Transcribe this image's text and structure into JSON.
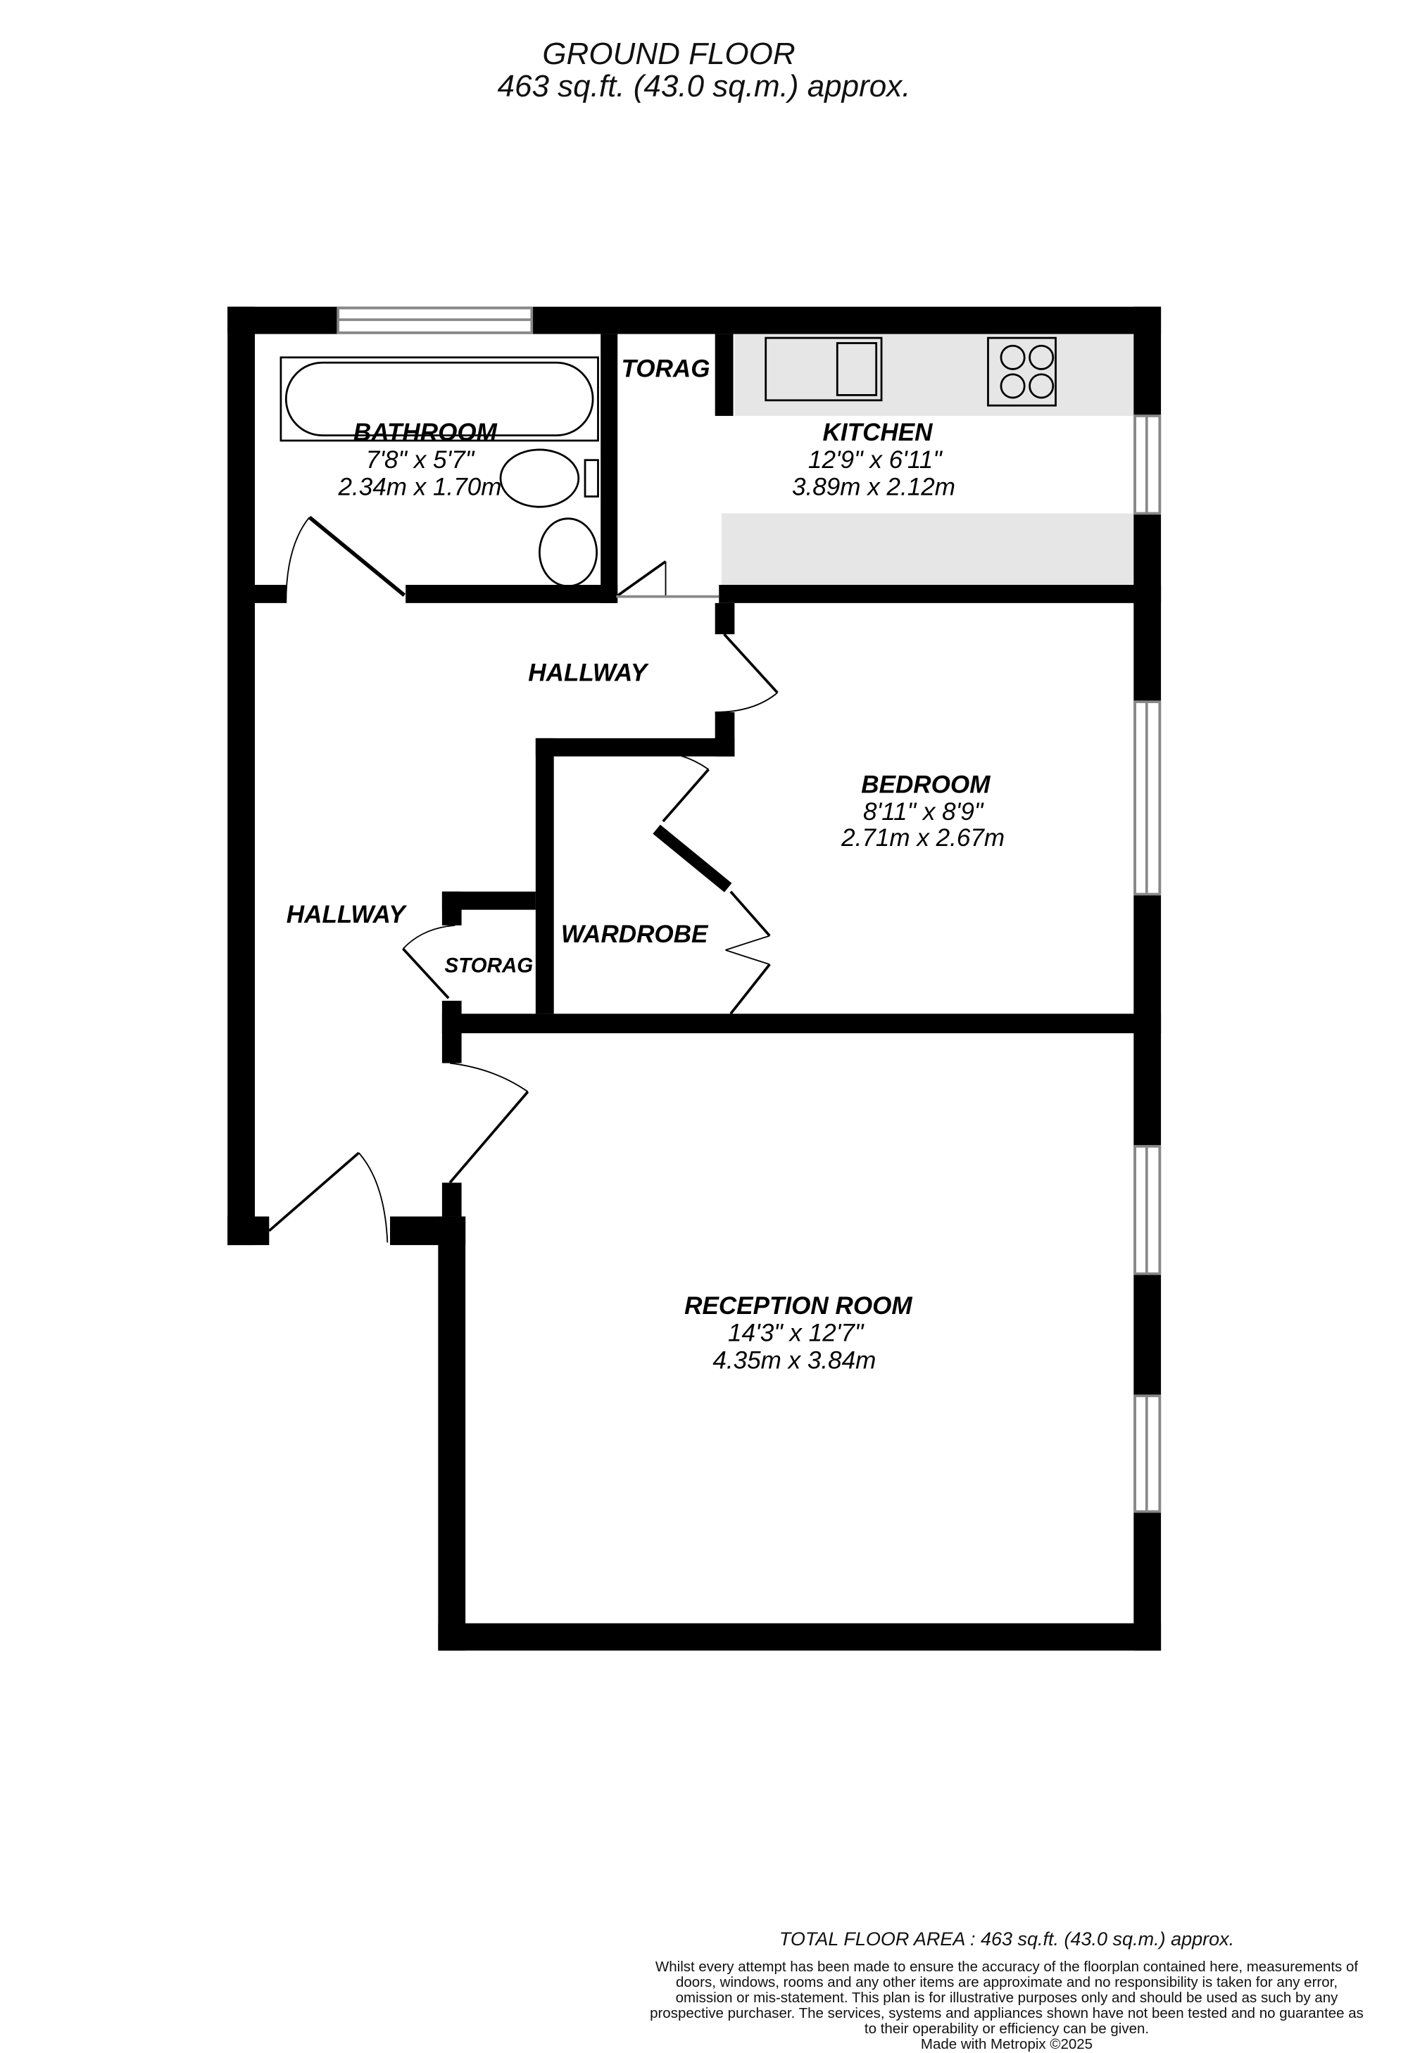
{
  "header": {
    "floor": "GROUND FLOOR",
    "area": "463 sq.ft. (43.0 sq.m.) approx."
  },
  "rooms": {
    "bathroom": {
      "name": "BATHROOM",
      "imperial": "7'8\"  x 5'7\"",
      "metric": "2.34m  x 1.70m"
    },
    "kitchen": {
      "name": "KITCHEN",
      "imperial": "12'9\"  x 6'11\"",
      "metric": "3.89m  x 2.12m"
    },
    "storage_top": {
      "name": "TORAG"
    },
    "hallway_upper": {
      "name": "HALLWAY"
    },
    "bedroom": {
      "name": "BEDROOM",
      "imperial": "8'11\"  x 8'9\"",
      "metric": "2.71m  x 2.67m"
    },
    "hallway_lower": {
      "name": "HALLWAY"
    },
    "wardrobe": {
      "name": "WARDROBE"
    },
    "storage_lower": {
      "name": "STORAG"
    },
    "reception": {
      "name": "RECEPTION ROOM",
      "imperial": "14'3\"  x 12'7\"",
      "metric": "4.35m  x 3.84m"
    }
  },
  "colors": {
    "wall": "#000000",
    "counter": "#e6e6e6",
    "window": "#888888"
  },
  "footer": {
    "total": "TOTAL FLOOR AREA : 463 sq.ft. (43.0 sq.m.) approx.",
    "disclaimer": "Whilst every attempt has been made to ensure the accuracy of the floorplan contained here, measurements of doors, windows, rooms and any other items are approximate and no responsibility is taken for any error, omission or mis-statement. This plan is for illustrative purposes only and should be used as such by any prospective purchaser. The services, systems and appliances shown have not been tested and no guarantee as to their operability or efficiency can be given.",
    "credit": "Made with Metropix ©2025"
  }
}
